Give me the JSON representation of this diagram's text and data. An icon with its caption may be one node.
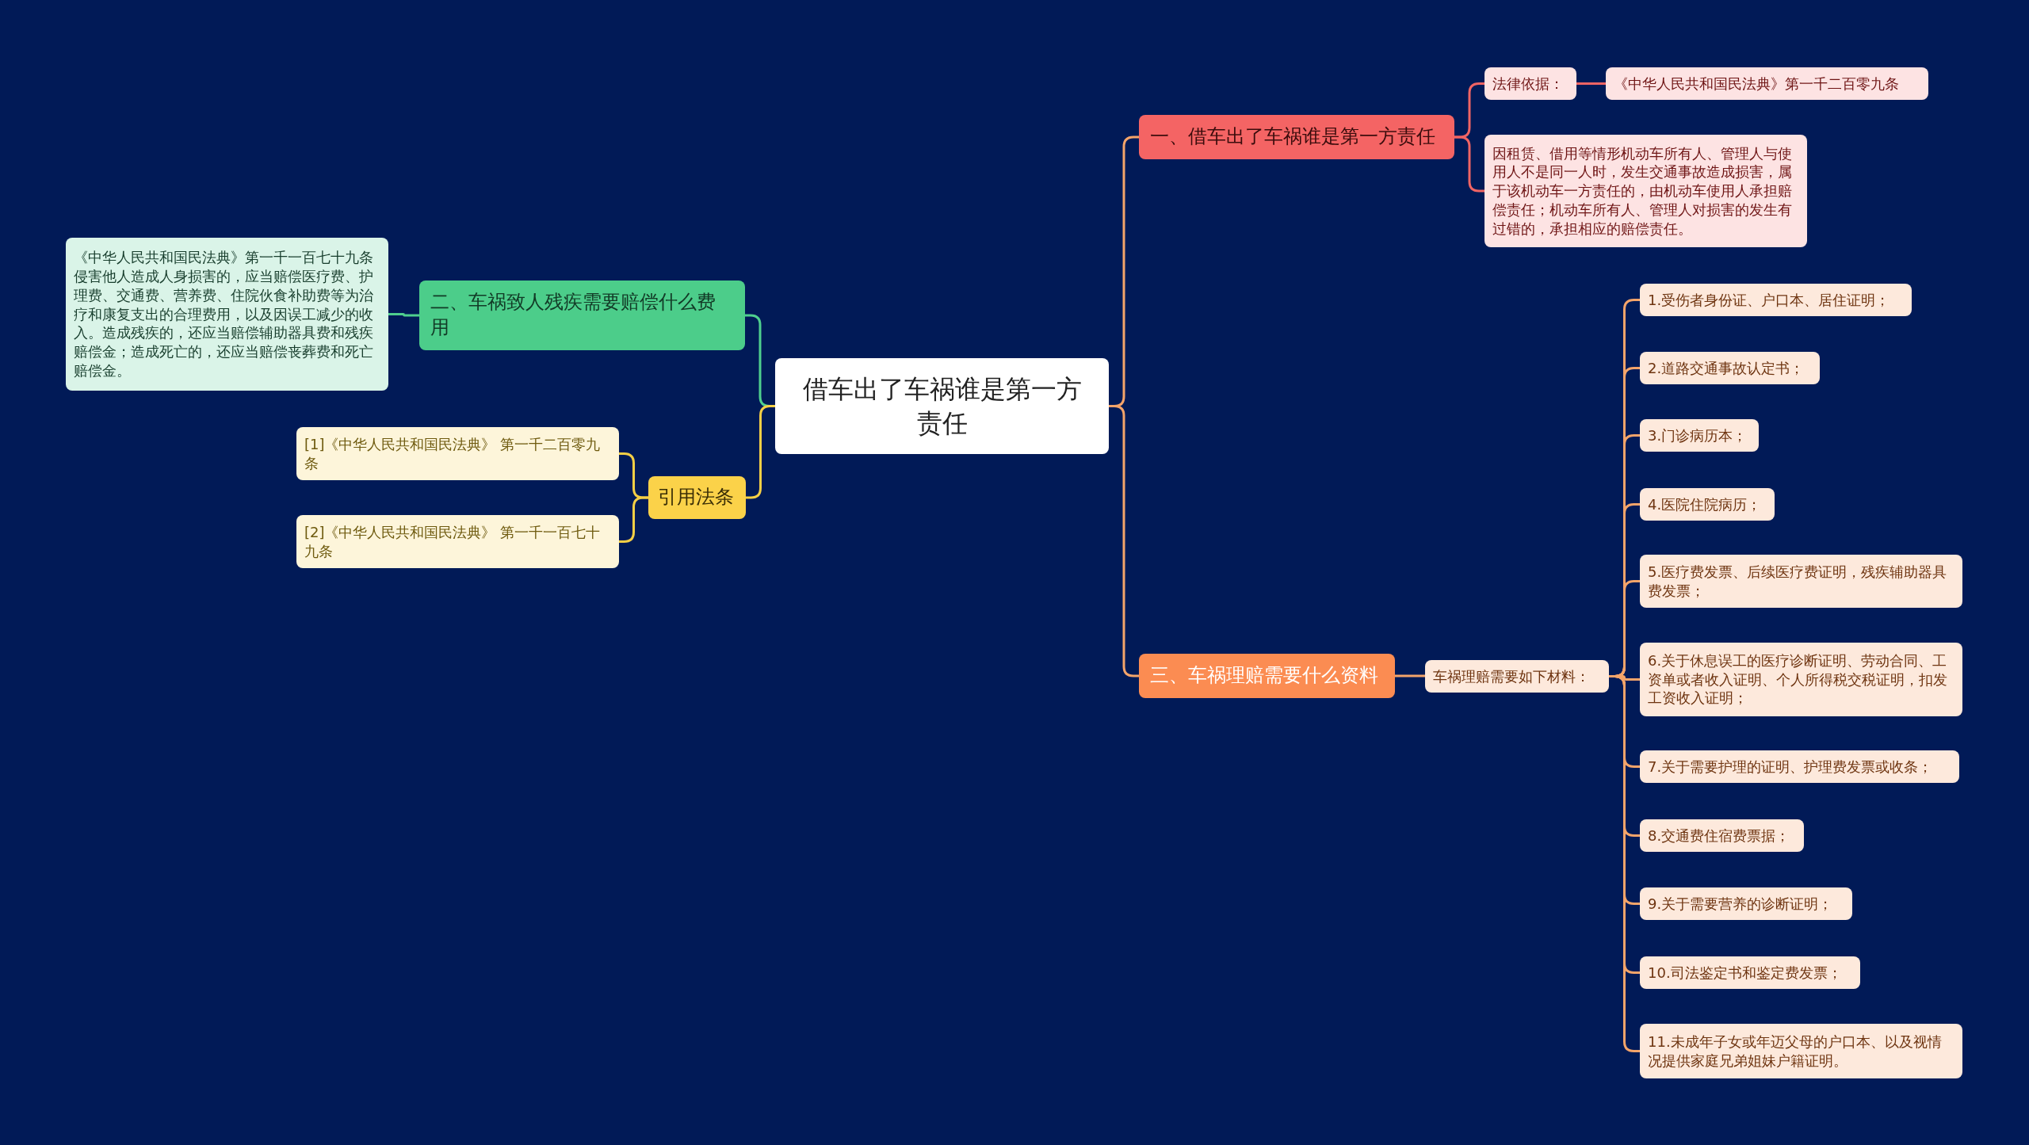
{
  "diagram": {
    "nodes": [
      {
        "text": [
          "借车出了车祸谁是第一方责任"
        ]
      },
      {
        "text": [
          "一、借车出了车祸谁是第一方责任"
        ]
      },
      {
        "text": [
          "法律依据："
        ]
      },
      {
        "text": [
          "《中华人民共和国民法典》第一千二百零九条"
        ]
      },
      {
        "text": [
          "因租赁、借用等情形机动车所有人、管理人与使用人不是同一人时，发生交通事故造成损害，属于该机动车一方责任的，由机动车使用人承担赔偿责任；机动车所有人、管理人对损害的发生有过错的，承担相应的赔偿责任。"
        ]
      },
      {
        "text": [
          "二、车祸致人残疾需要赔偿什么费用"
        ]
      },
      {
        "text": [
          "《中华人民共和国民法典》第一千一百七十九条侵害他人造成人身损害的，应当赔偿医疗费、护理费、交通费、营养费、住院伙食补助费等为治疗和康复支出的合理费用，以及因误工减少的收入。造成残疾的，还应当赔偿辅助器具费和残疾赔偿金；造成死亡的，还应当赔偿丧葬费和死亡赔偿金。"
        ]
      },
      {
        "text": [
          "引用法条"
        ]
      },
      {
        "text": [
          "[1]《中华人民共和国民法典》 第一千二百零九条"
        ]
      },
      {
        "text": [
          "[2]《中华人民共和国民法典》 第一千一百七十九条"
        ]
      },
      {
        "text": [
          "三、车祸理赔需要什么资料"
        ]
      },
      {
        "text": [
          "车祸理赔需要如下材料："
        ]
      },
      {
        "text": [
          "1.受伤者身份证、户口本、居住证明；"
        ]
      },
      {
        "text": [
          "2.道路交通事故认定书；"
        ]
      },
      {
        "text": [
          "3.门诊病历本；"
        ]
      },
      {
        "text": [
          "4.医院住院病历；"
        ]
      },
      {
        "text": [
          "5.医疗费发票、后续医疗费证明，残疾辅助器具费发票；"
        ]
      },
      {
        "text": [
          "6.关于休息误工的医疗诊断证明、劳动合同、工资单或者收入证明、个人所得税交税证明，扣发工资收入证明；"
        ]
      },
      {
        "text": [
          "7.关于需要护理的证明、护理费发票或收条；"
        ]
      },
      {
        "text": [
          "8.交通费住宿费票据；"
        ]
      },
      {
        "text": [
          "9.关于需要营养的诊断证明；"
        ]
      },
      {
        "text": [
          "10.司法鉴定书和鉴定费发票；"
        ]
      },
      {
        "text": [
          "11.未成年子女或年迈父母的户口本、以及视情况提供家庭兄弟姐妹户籍证明。"
        ]
      }
    ],
    "edges": [
      {
        "from": 0,
        "to": 1,
        "arrow": "none"
      },
      {
        "from": 1,
        "to": 2,
        "arrow": "none",
        "color": "#f06464"
      },
      {
        "from": 2,
        "to": 3,
        "arrow": "none",
        "color": "#f06464"
      },
      {
        "from": 1,
        "to": 4,
        "arrow": "none",
        "color": "#f06464"
      },
      {
        "from": 0,
        "to": 5,
        "arrow": "none",
        "color": "#4fcf8e"
      },
      {
        "from": 5,
        "to": 6,
        "arrow": "none",
        "color": "#4fcf8e"
      },
      {
        "from": 0,
        "to": 7,
        "arrow": "none",
        "color": "#f5cf45"
      },
      {
        "from": 7,
        "to": 8,
        "arrow": "none",
        "color": "#f5cf45"
      },
      {
        "from": 7,
        "to": 9,
        "arrow": "none",
        "color": "#f5cf45"
      },
      {
        "from": 0,
        "to": 10,
        "arrow": "none"
      },
      {
        "from": 10,
        "to": 11,
        "arrow": "none"
      },
      {
        "from": 11,
        "to": 12,
        "arrow": "none"
      },
      {
        "from": 11,
        "to": 13,
        "arrow": "none"
      },
      {
        "from": 11,
        "to": 14,
        "arrow": "none"
      },
      {
        "from": 11,
        "to": 15,
        "arrow": "none"
      },
      {
        "from": 11,
        "to": 16,
        "arrow": "none"
      },
      {
        "from": 11,
        "to": 17,
        "arrow": "none"
      },
      {
        "from": 11,
        "to": 18,
        "arrow": "none"
      },
      {
        "from": 11,
        "to": 19,
        "arrow": "none"
      },
      {
        "from": 11,
        "to": 20,
        "arrow": "none"
      },
      {
        "from": 11,
        "to": 21,
        "arrow": "none"
      },
      {
        "from": 11,
        "to": 22,
        "arrow": "none"
      }
    ]
  }
}
